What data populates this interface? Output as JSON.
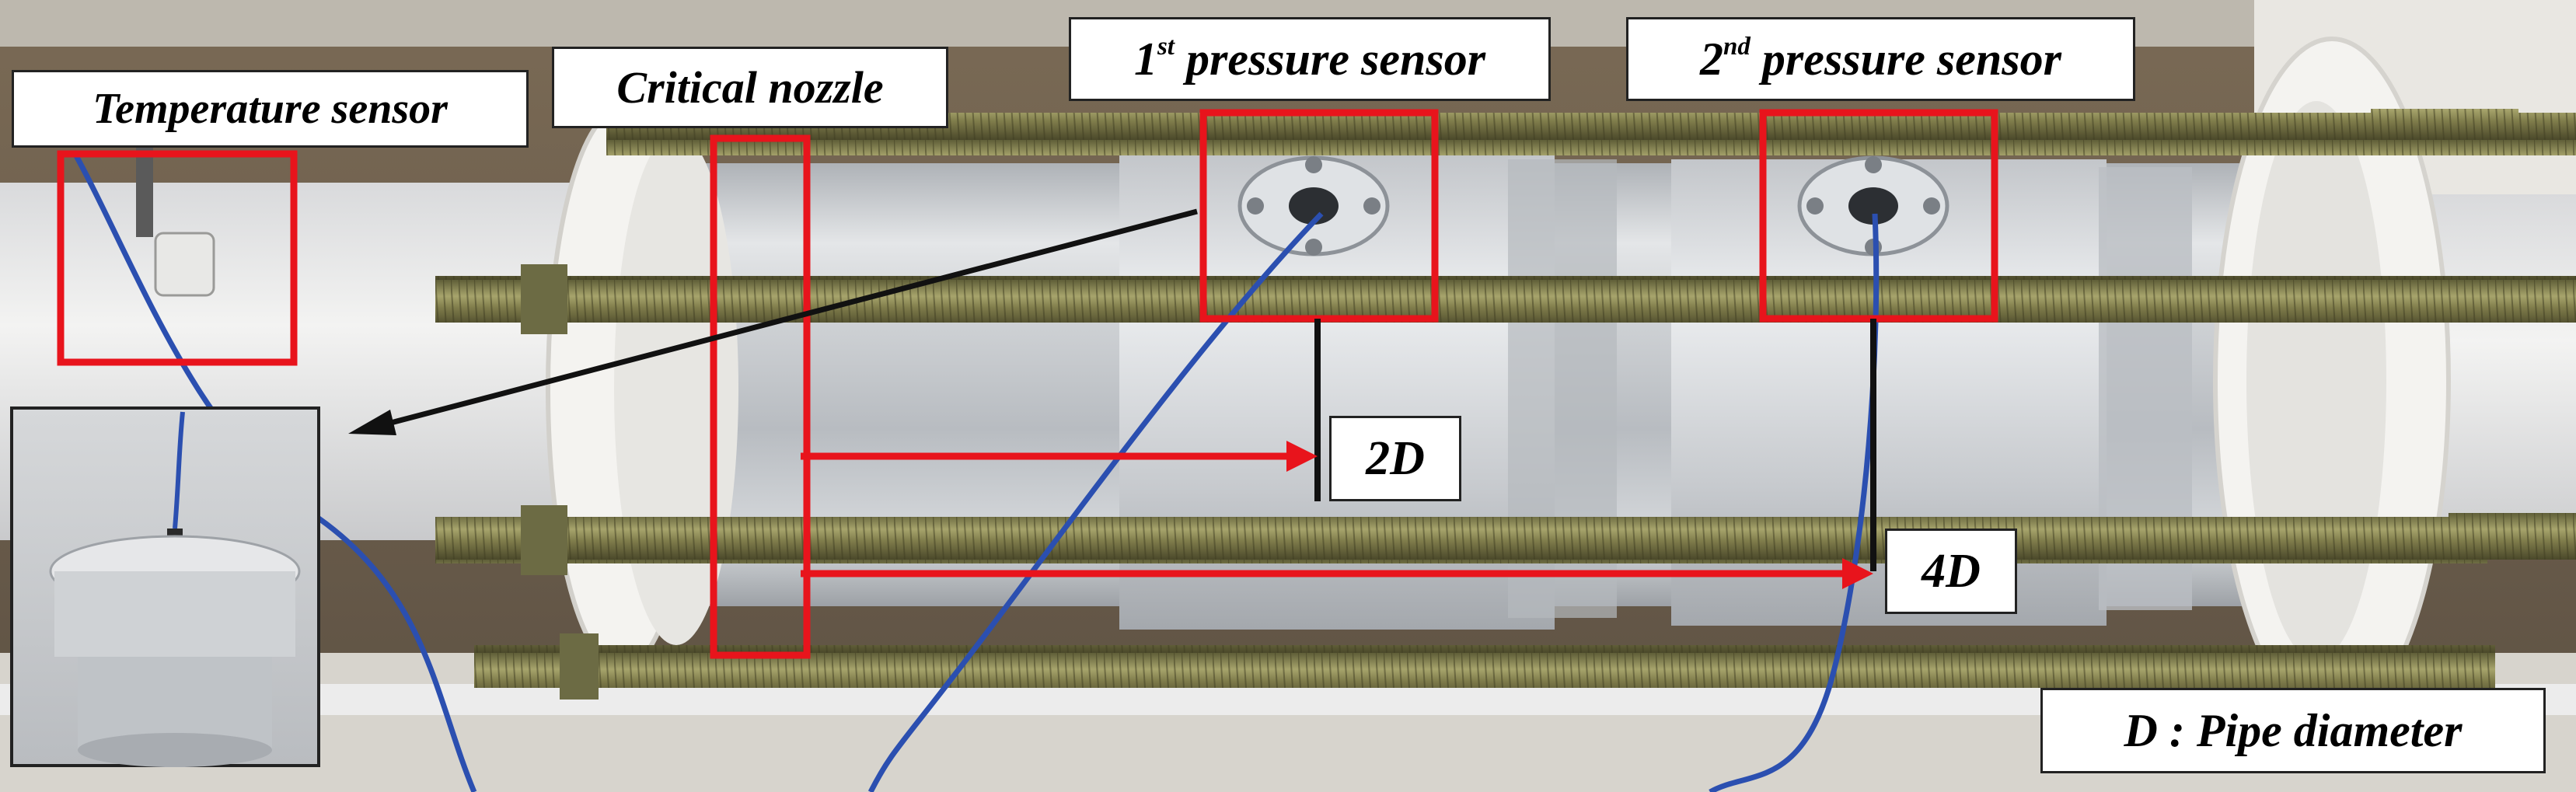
{
  "labels": {
    "temperature_sensor": "Temperature sensor",
    "critical_nozzle": "Critical nozzle",
    "pressure_sensor_1_num": "1",
    "pressure_sensor_1_sup": "st",
    "pressure_sensor_1_text": " pressure sensor",
    "pressure_sensor_2_num": "2",
    "pressure_sensor_2_sup": "nd",
    "pressure_sensor_2_text": " pressure sensor",
    "distance_2d": "2D",
    "distance_4d": "4D",
    "legend": "D : Pipe diameter"
  },
  "colors": {
    "highlight": "#e8141c",
    "pointer": "#111111",
    "wire": "#2b4fb0",
    "rod": "#8a8a55",
    "flange": "#f2f1ee",
    "aluminum": "#c9ccd0"
  }
}
